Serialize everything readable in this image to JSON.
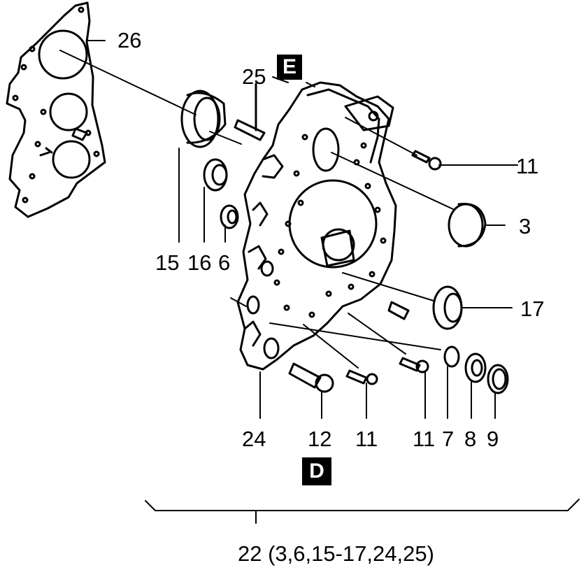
{
  "callouts": {
    "c26": "26",
    "c25": "25",
    "c11a": "11",
    "c3": "3",
    "c15": "15",
    "c16": "16",
    "c6": "6",
    "c17": "17",
    "c24": "24",
    "c12": "12",
    "c11b": "11",
    "c11c": "11",
    "c7": "7",
    "c8": "8",
    "c9": "9"
  },
  "view_markers": {
    "top": "E",
    "bottom": "D"
  },
  "assembly_caption": "22 (3,6,15-17,24,25)"
}
